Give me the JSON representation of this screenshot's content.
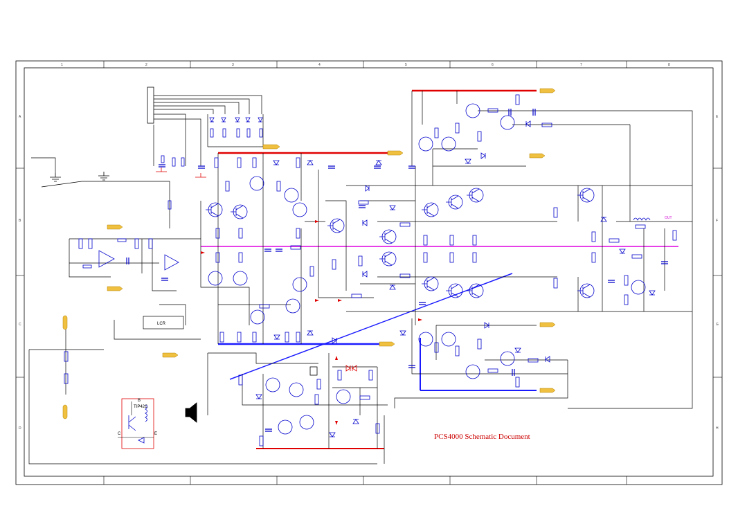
{
  "document": {
    "title": "PCS4000 Schematic Document"
  },
  "labels": {
    "lcr_box": "LCR",
    "output_label": "OUT",
    "tip_label": "TIP42C",
    "b_pin": "B",
    "c_pin": "C",
    "e_pin": "E"
  },
  "frame": {
    "col_marks": [
      "1",
      "2",
      "3",
      "4",
      "5",
      "6",
      "7",
      "8"
    ],
    "row_marks": [
      "A",
      "B",
      "C",
      "D",
      "E",
      "F",
      "G",
      "H"
    ]
  },
  "colors": {
    "wire": "#000000",
    "component": "#0000cc",
    "power_rail": "#e00000",
    "signal_rail": "#e000e0",
    "border": "#000000",
    "title": "#cc0000"
  }
}
